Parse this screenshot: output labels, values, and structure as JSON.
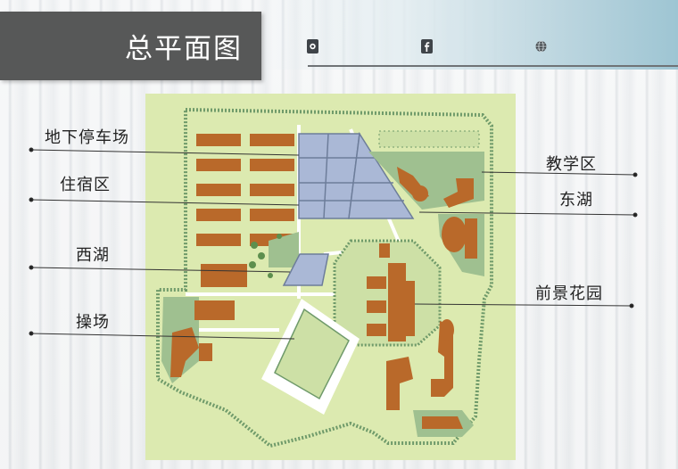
{
  "slide": {
    "title": "总平面图",
    "icons": [
      "circle-logo-icon",
      "facebook-icon",
      "globe-icon"
    ]
  },
  "labels": {
    "parking": "地下停车场",
    "dorm": "住宿区",
    "west_lake": "西湖",
    "playground": "操场",
    "teaching": "教学区",
    "east_lake": "东湖",
    "front_garden": "前景花园"
  },
  "colors": {
    "background_map": "#dceab0",
    "building": "#b9692a",
    "water": "#aab8d6",
    "green": "#9fc090",
    "title_box": "#575858"
  }
}
